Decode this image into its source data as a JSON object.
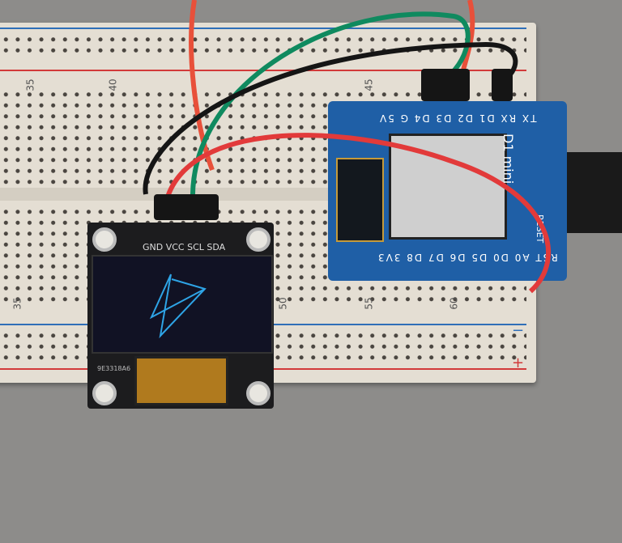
{
  "breadboard": {
    "top_numbers": [
      "35",
      "40",
      "45"
    ],
    "bottom_numbers": [
      "35",
      "50",
      "55",
      "60"
    ],
    "rail_signs": {
      "minus": "−",
      "plus": "+"
    }
  },
  "oled": {
    "pin_labels": "GND VCC SCL SDA",
    "part_code": "9E3318A6",
    "display_color": "#2ea4e6"
  },
  "d1_mini": {
    "top_pins": "TX RX D1 D2 D3 D4 G 5V",
    "bottom_pins": "RST A0 D0 D5 D6 D7 D8 3V3",
    "name": "D1 mini",
    "reset_label": "RESET",
    "board_color": "#1f5fa6"
  },
  "wires": {
    "colors": [
      "#e23a3a",
      "#e8503a",
      "#0f8a5f",
      "#151515"
    ]
  }
}
